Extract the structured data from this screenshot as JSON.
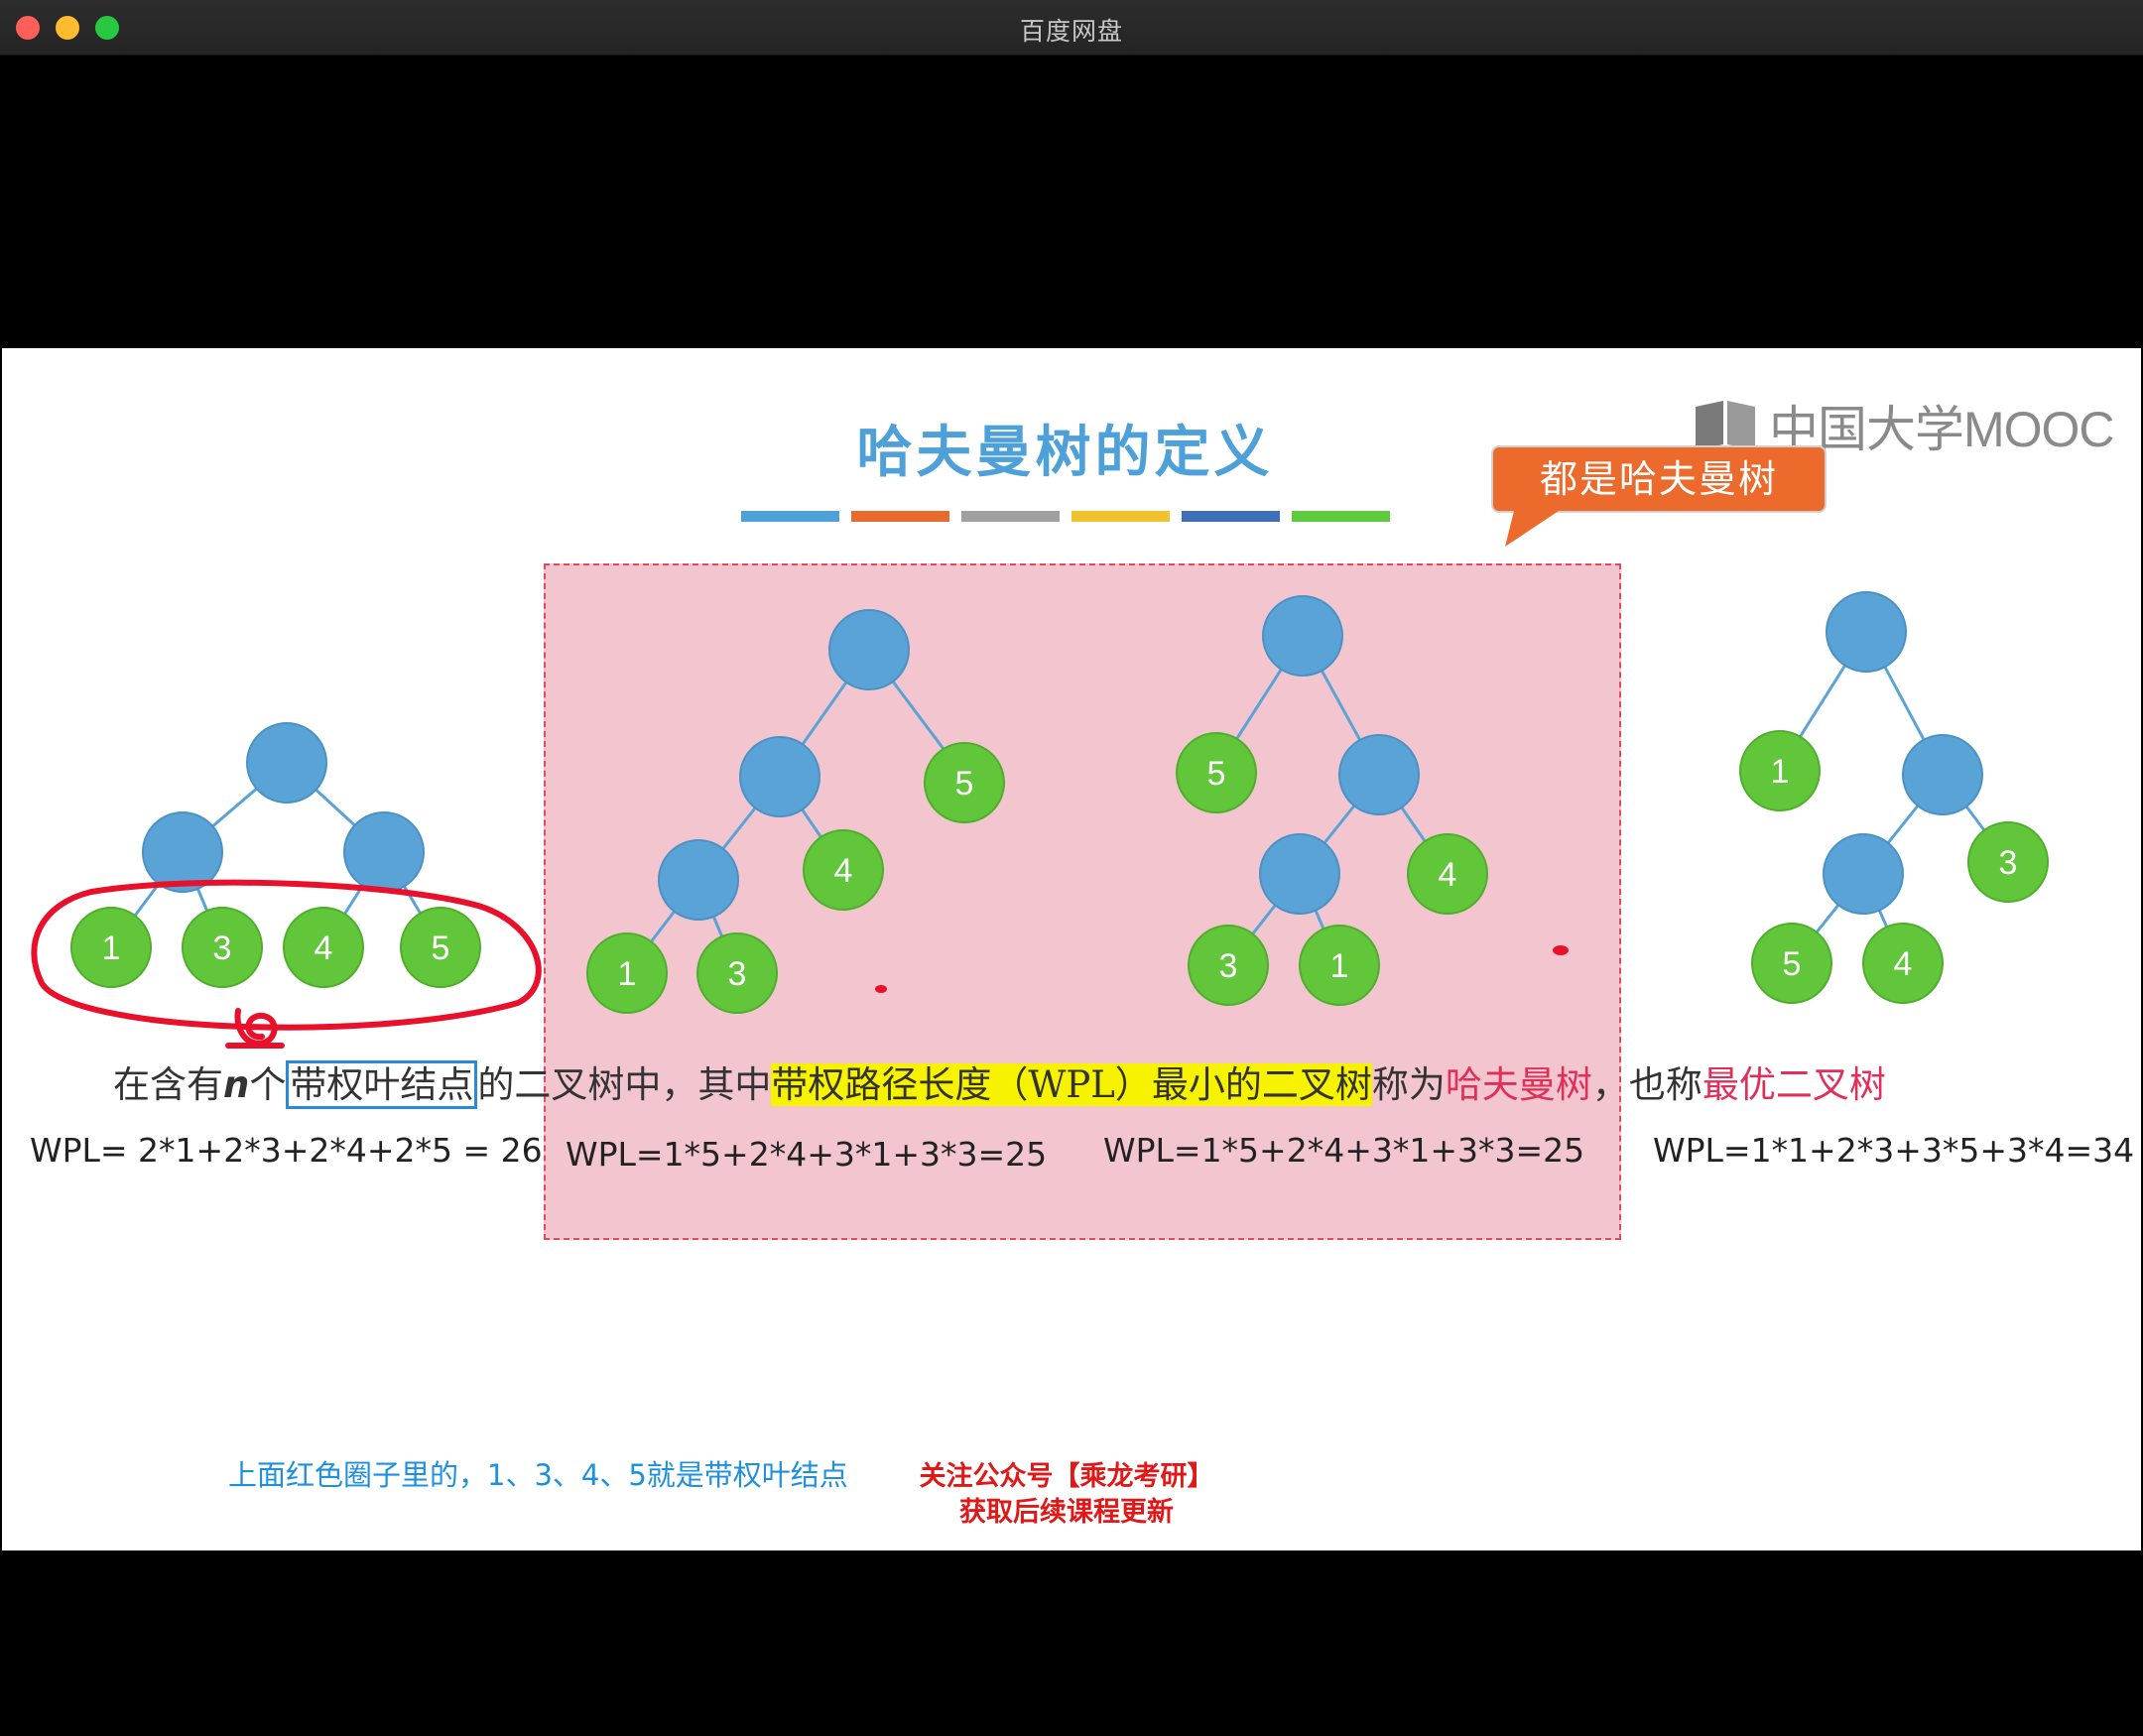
{
  "window": {
    "title": "百度网盘"
  },
  "slide": {
    "title": "哈夫曼树的定义",
    "logo_text": "中国大学MOOC",
    "callout": "都是哈夫曼树",
    "color_bars": [
      "#4ea0d8",
      "#e86a2c",
      "#a0a0a0",
      "#f2c12e",
      "#3e6fb8",
      "#5ccc3c"
    ],
    "trees": [
      {
        "leaves": [
          "1",
          "3",
          "4",
          "5"
        ],
        "wpl": "WPL= 2*1+2*3+2*4+2*5 = 26"
      },
      {
        "leaves": [
          "5",
          "4",
          "1",
          "3"
        ],
        "wpl": "WPL=1*5+2*4+3*1+3*3=25"
      },
      {
        "leaves": [
          "5",
          "4",
          "3",
          "1"
        ],
        "wpl": "WPL=1*5+2*4+3*1+3*3=25"
      },
      {
        "leaves": [
          "1",
          "3",
          "5",
          "4"
        ],
        "wpl": "WPL=1*1+2*3+3*5+3*4=34"
      }
    ],
    "definition": {
      "p1": "在含有",
      "n": "n",
      "p2": "个",
      "boxed": "带权叶结点",
      "p3": "的二叉树中，其中",
      "highlight": "带权路径长度（WPL）最小的二叉树",
      "p4": "称为",
      "red1": "哈夫曼树",
      "p5": "，也称",
      "red2": "最优二叉树"
    },
    "annotation": "上面红色圈子里的，1、3、4、5就是带权叶结点",
    "promo_line1": "关注公众号【乘龙考研】",
    "promo_line2": "获取后续课程更新"
  },
  "colors": {
    "internal_node": "#5aa3d6",
    "leaf_node": "#62c63a",
    "red_ink": "#e8102a",
    "pink_box": "#f3c5cf"
  }
}
